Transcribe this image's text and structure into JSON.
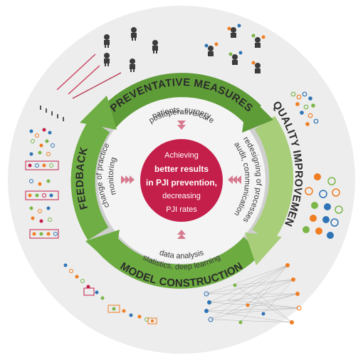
{
  "center": {
    "line1": "Achieving",
    "line2": "better results",
    "line3": "in PJI prevention,",
    "line4": "decreasing",
    "line5": "PJI rates"
  },
  "cycle": {
    "top": "PREVENTATIVE MEASURES",
    "right": "QUALITY IMPROVEMENT",
    "bottom": "MODEL CONSTRUCTION",
    "left": "FEEDBACK"
  },
  "inner": {
    "top_line1": "patients, surgery",
    "top_line2": "postoperative care",
    "right_line1": "redesigning of processes",
    "right_line2": "audit, communication",
    "bottom_line1": "data analysis",
    "bottom_line2": "statistics, deep learning",
    "left_line1": "change of practice",
    "left_line2": "monitoring"
  },
  "colors": {
    "outer_disc": "#ececec",
    "ring_gray": "#c9c9c9",
    "inner_disc": "#f3f3f3",
    "center": "#c41e4a",
    "green_dark": "#5d9c35",
    "green_mid": "#7db84a",
    "green_light": "#a9cf7c",
    "text": "#333333",
    "orange": "#ef7d22",
    "blue": "#2f74b5"
  }
}
